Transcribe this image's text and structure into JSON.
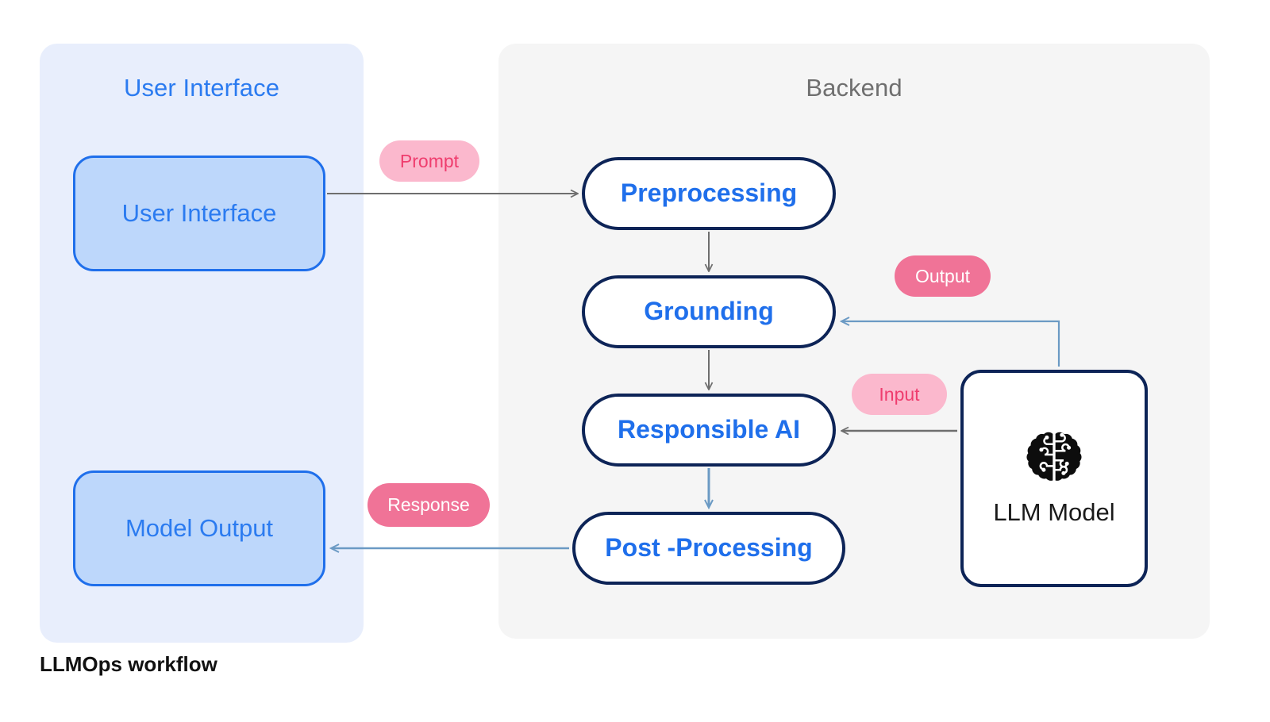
{
  "diagram": {
    "caption": "LLMOps workflow",
    "colors": {
      "panel_ui_bg": "#e8eefc",
      "panel_backend_bg": "#f5f5f5",
      "accent_blue": "#1f6feb",
      "label_blue": "#2b7bf0",
      "node_border_navy": "#0d2457",
      "node_ui_fill": "#bdd7fb",
      "pill_soft_bg": "#fbb8cd",
      "pill_soft_text": "#ef3d6e",
      "pill_solid_bg": "#f07397",
      "pill_solid_text": "#ffffff",
      "arrow_gray": "#6e6e6e",
      "arrow_blue": "#6b9ac4",
      "backend_title_gray": "#6f6f6f"
    }
  },
  "panels": {
    "user_interface": {
      "title": "User Interface"
    },
    "backend": {
      "title": "Backend"
    }
  },
  "nodes": {
    "user_interface": {
      "label": "User Interface"
    },
    "model_output": {
      "label": "Model Output"
    },
    "preprocessing": {
      "label": "Preprocessing"
    },
    "grounding": {
      "label": "Grounding"
    },
    "responsible_ai": {
      "label": "Responsible AI"
    },
    "post_processing": {
      "label": "Post -Processing"
    },
    "llm_model": {
      "label": "LLM Model",
      "icon": "brain-icon"
    }
  },
  "edges": [
    {
      "id": "prompt",
      "label": "Prompt",
      "from": "user_interface",
      "to": "preprocessing",
      "style": "soft",
      "arrow_color": "#6e6e6e"
    },
    {
      "id": "p-to-g",
      "label": "",
      "from": "preprocessing",
      "to": "grounding",
      "style": "none",
      "arrow_color": "#6e6e6e"
    },
    {
      "id": "g-to-r",
      "label": "",
      "from": "grounding",
      "to": "responsible_ai",
      "style": "none",
      "arrow_color": "#6e6e6e"
    },
    {
      "id": "r-to-pp",
      "label": "",
      "from": "responsible_ai",
      "to": "post_processing",
      "style": "none",
      "arrow_color": "#6b9ac4"
    },
    {
      "id": "output",
      "label": "Output",
      "from": "llm_model",
      "to": "grounding",
      "style": "solid",
      "arrow_color": "#6b9ac4"
    },
    {
      "id": "input",
      "label": "Input",
      "from": "llm_model",
      "to": "responsible_ai",
      "style": "soft",
      "arrow_color": "#6e6e6e"
    },
    {
      "id": "response",
      "label": "Response",
      "from": "post_processing",
      "to": "model_output",
      "style": "solid",
      "arrow_color": "#6b9ac4"
    }
  ]
}
